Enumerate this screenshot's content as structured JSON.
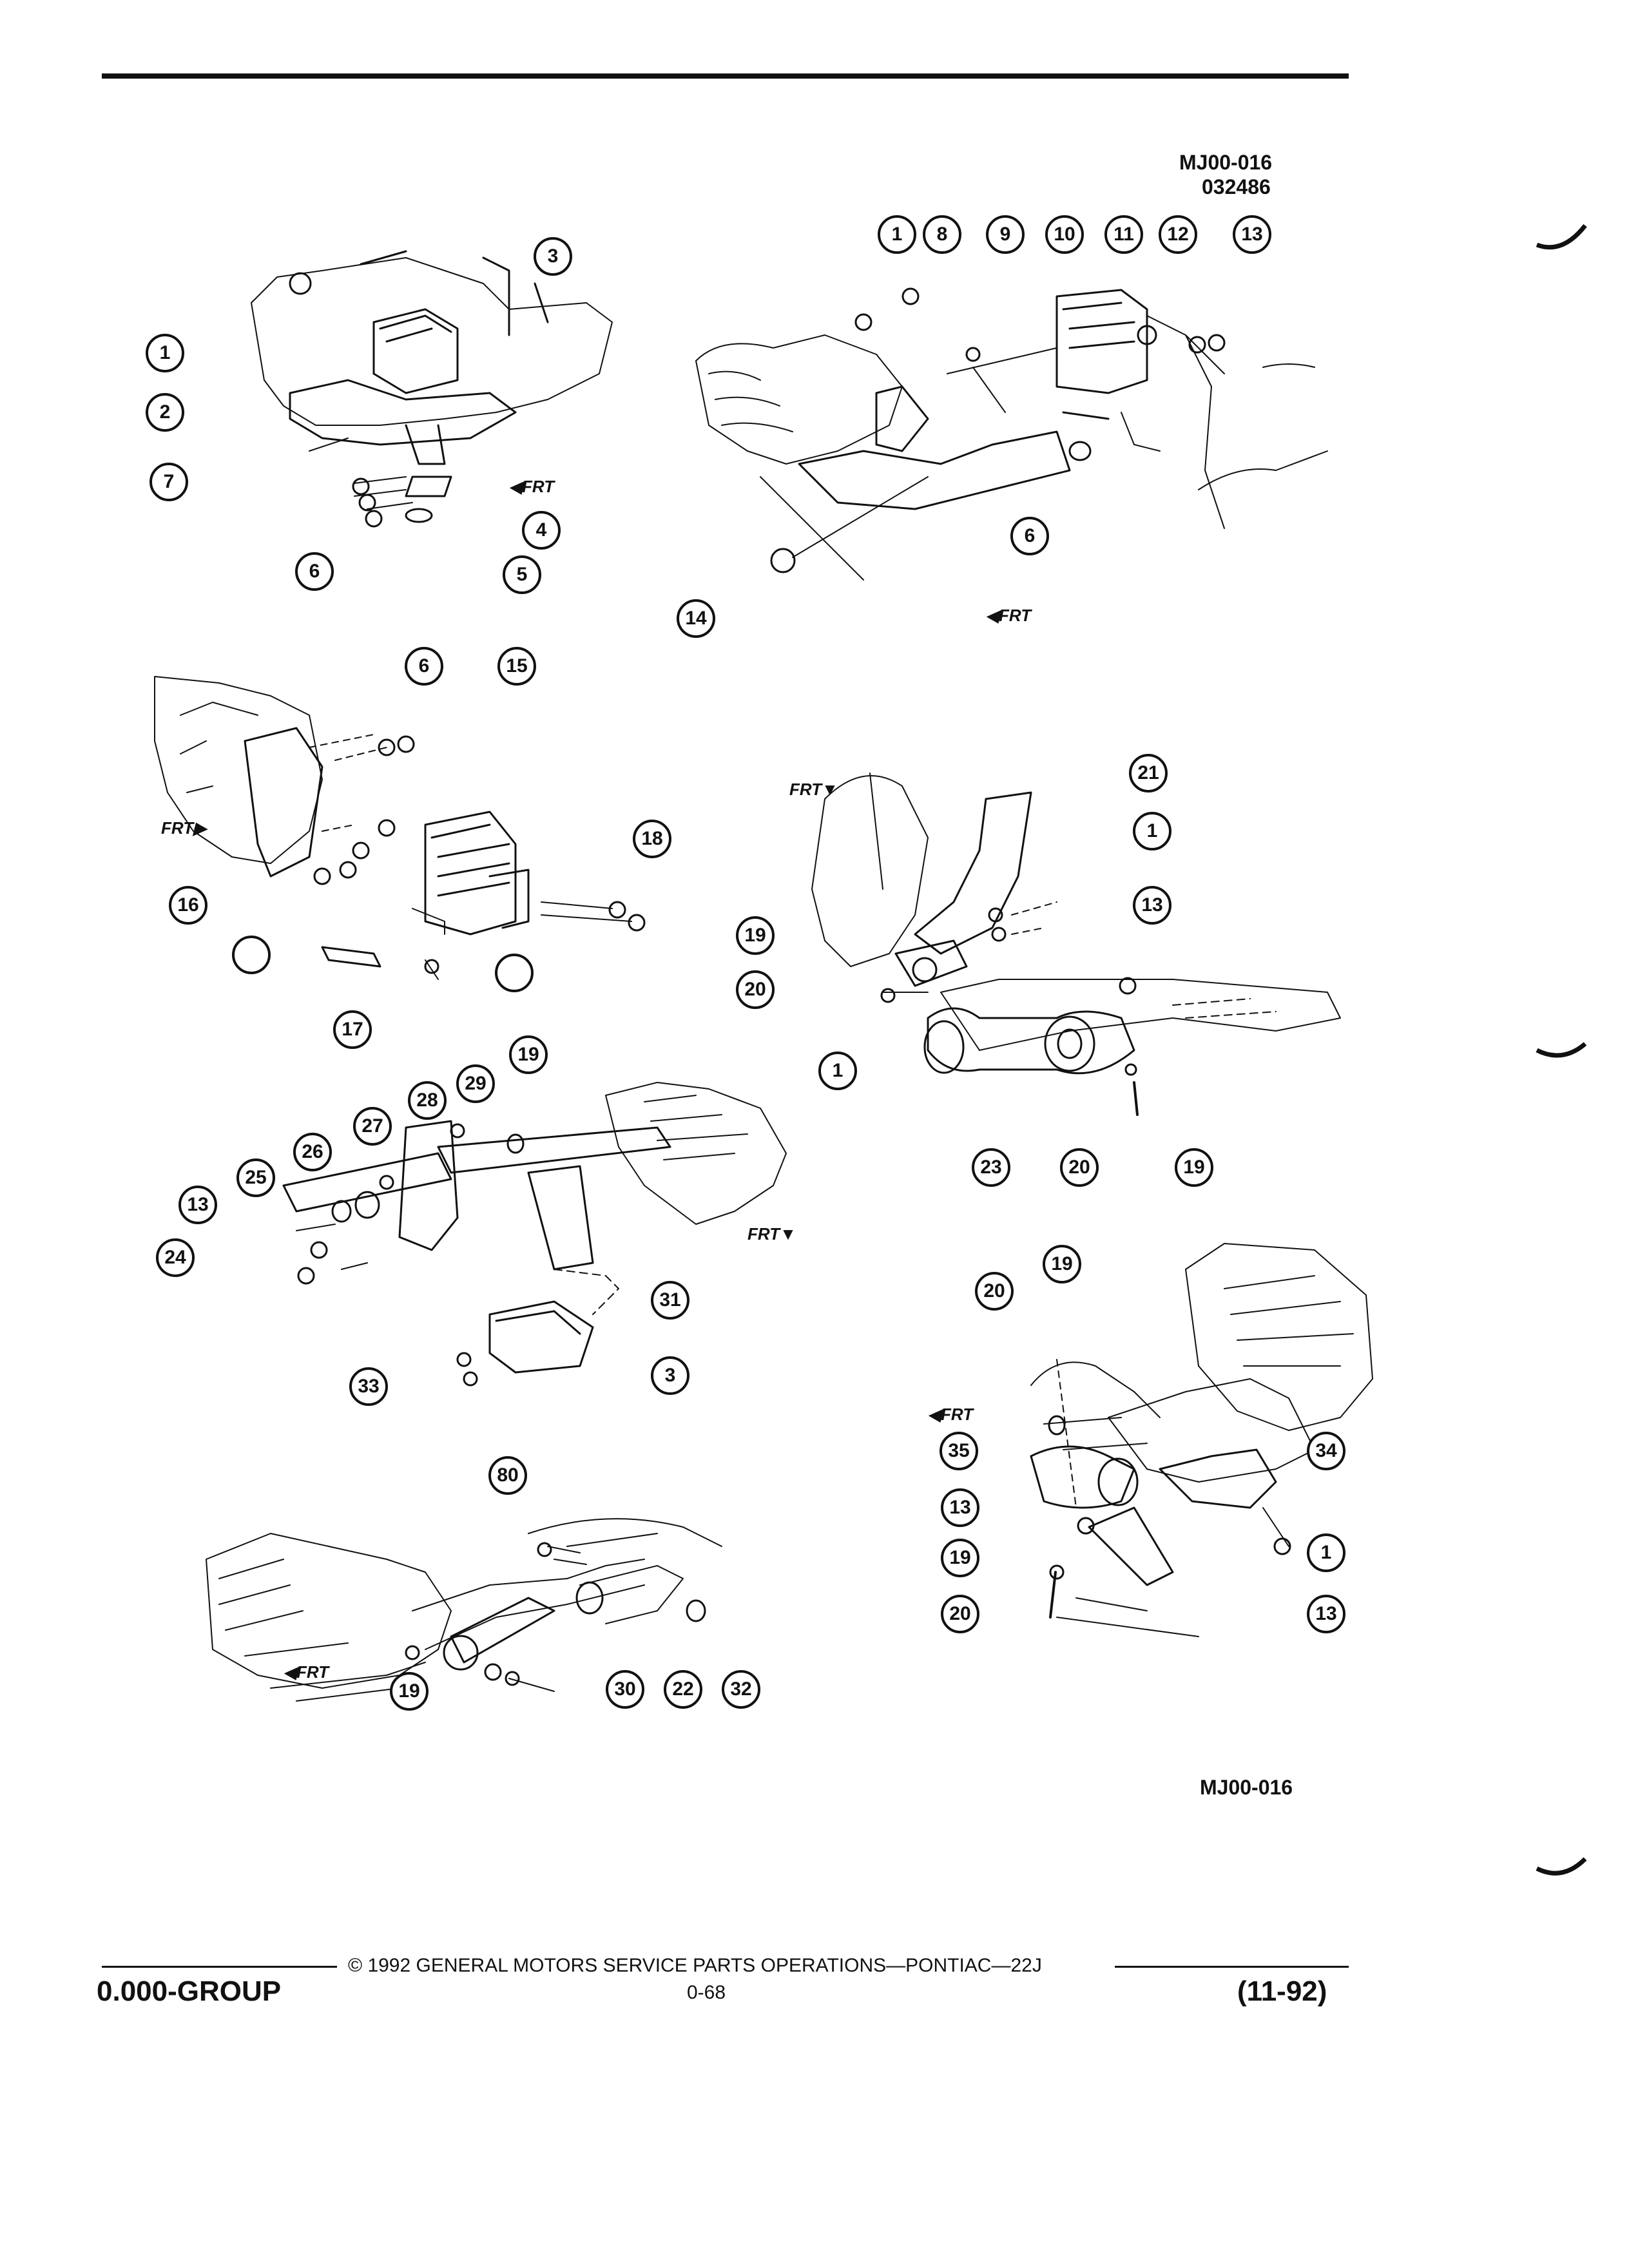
{
  "header": {
    "figure_code": "MJ00-016",
    "date_code": "032486"
  },
  "frt_label": "FRT",
  "figures": [
    {
      "callouts": [
        "1",
        "2",
        "3",
        "4",
        "5",
        "6",
        "7"
      ]
    },
    {
      "callouts": [
        "1",
        "8",
        "9",
        "10",
        "11",
        "12",
        "13",
        "6",
        "14"
      ]
    },
    {
      "callouts": [
        "6",
        "15",
        "16",
        "17",
        "18"
      ]
    },
    {
      "callouts": [
        "21",
        "1",
        "13",
        "19",
        "20",
        "1",
        "23",
        "20",
        "19"
      ]
    },
    {
      "callouts": [
        "19",
        "28",
        "29",
        "27",
        "26",
        "25",
        "13",
        "24",
        "31",
        "3",
        "33"
      ]
    },
    {
      "callouts": [
        "20",
        "19",
        "35",
        "34",
        "13",
        "1",
        "19",
        "13",
        "20"
      ]
    },
    {
      "callouts": [
        "80",
        "19",
        "30",
        "22",
        "32"
      ]
    }
  ],
  "bottom_code": "MJ00-016",
  "footer": {
    "copyright": "© 1992 GENERAL MOTORS SERVICE PARTS OPERATIONS—PONTIAC—22J",
    "group": "0.000-GROUP",
    "page": "0-68",
    "revision": "(11-92)"
  }
}
